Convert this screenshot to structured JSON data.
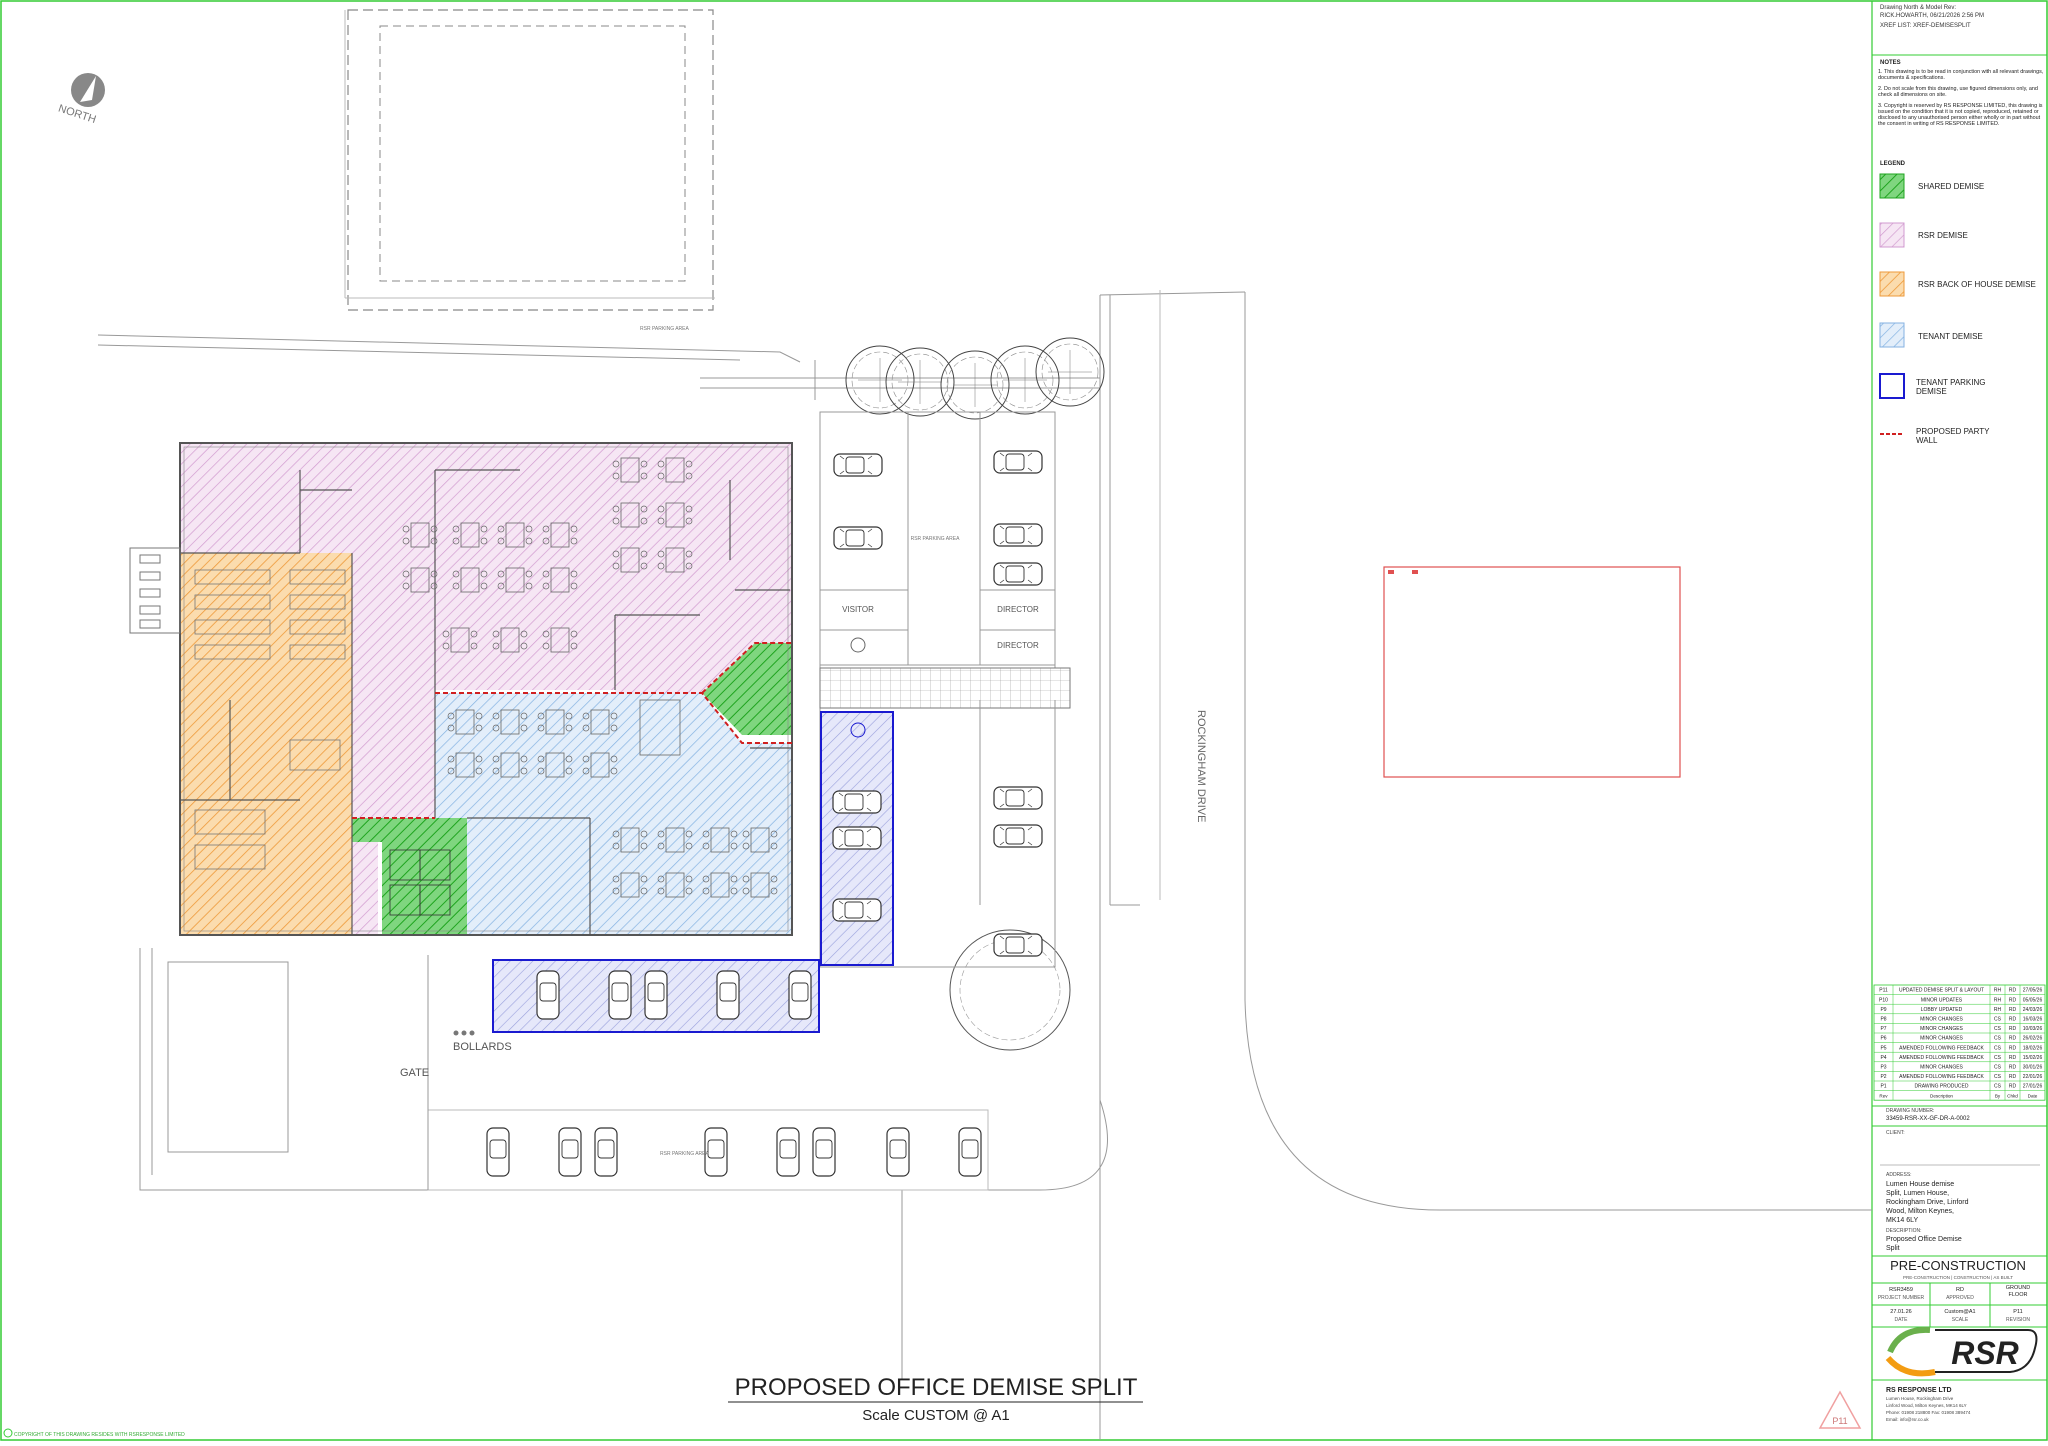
{
  "title": "PROPOSED OFFICE DEMISE SPLIT",
  "scale": "Scale CUSTOM @ A1",
  "north": "NORTH",
  "site_labels": {
    "rockingham": "ROCKINGHAM DRIVE",
    "bollards": "BOLLARDS",
    "gate": "GATE",
    "visitor": "VISITOR",
    "director1": "DIRECTOR",
    "director2": "DIRECTOR",
    "rsr_parking_top": "RSR PARKING AREA",
    "rsr_parking_mid": "RSR PARKING AREA",
    "rsr_parking_bottom": "RSR PARKING AREA"
  },
  "header_notes": {
    "line1": "Drawing North & Model Rev:",
    "line2": "RICK.HOWARTH, 06/21/2026 2:56 PM",
    "line3": "XREF LIST: XREF-DEMISESPLIT"
  },
  "notes": {
    "heading": "NOTES",
    "items": [
      "1.  This drawing is to be read in conjunction with all relevant drawings, documents & specifications.",
      "2.  Do not scale from this drawing, use figured dimensions only, and check all dimensions on site.",
      "3.  Copyright is reserved by RS RESPONSE LIMITED, this drawing is issued on the condition that it is not copied, reproduced, retained or disclosed to any unauthorised person either wholly or in part without the consent in writing of RS RESPONSE LIMITED."
    ]
  },
  "legend": {
    "heading": "LEGEND",
    "items": [
      {
        "label": "SHARED DEMISE",
        "color": "#2fb82f"
      },
      {
        "label": "RSR DEMISE",
        "color": "#d9a0d9"
      },
      {
        "label": "RSR BACK OF HOUSE DEMISE",
        "color": "#f0a040"
      },
      {
        "label": "TENANT DEMISE",
        "color": "#7fb0e0"
      },
      {
        "label": "TENANT PARKING DEMISE",
        "color": "#1a1ad0"
      },
      {
        "label": "PROPOSED PARTY WALL",
        "color": "#d02020"
      }
    ]
  },
  "revisions": {
    "header": {
      "rev": "Rev",
      "desc": "Description",
      "by": "By",
      "chkd": "Chkd",
      "date": "Date"
    },
    "rows": [
      {
        "rev": "P11",
        "desc": "UPDATED DEMISE SPLIT & LAYOUT",
        "by": "RH",
        "chkd": "RD",
        "date": "27/05/26"
      },
      {
        "rev": "P10",
        "desc": "MINOR UPDATES",
        "by": "RH",
        "chkd": "RD",
        "date": "05/05/26"
      },
      {
        "rev": "P9",
        "desc": "LOBBY UPDATED",
        "by": "RH",
        "chkd": "RD",
        "date": "24/03/26"
      },
      {
        "rev": "P8",
        "desc": "MINOR CHANGES",
        "by": "CS",
        "chkd": "RD",
        "date": "16/03/26"
      },
      {
        "rev": "P7",
        "desc": "MINOR CHANGES",
        "by": "CS",
        "chkd": "RD",
        "date": "10/03/26"
      },
      {
        "rev": "P6",
        "desc": "MINOR CHANGES",
        "by": "CS",
        "chkd": "RD",
        "date": "26/02/26"
      },
      {
        "rev": "P5",
        "desc": "AMENDED FOLLOWING FEEDBACK",
        "by": "CS",
        "chkd": "RD",
        "date": "18/02/26"
      },
      {
        "rev": "P4",
        "desc": "AMENDED FOLLOWING FEEDBACK",
        "by": "CS",
        "chkd": "RD",
        "date": "15/02/26"
      },
      {
        "rev": "P3",
        "desc": "MINOR CHANGES",
        "by": "CS",
        "chkd": "RD",
        "date": "30/01/26"
      },
      {
        "rev": "P2",
        "desc": "AMENDED FOLLOWING FEEDBACK",
        "by": "CS",
        "chkd": "RD",
        "date": "22/01/26"
      },
      {
        "rev": "P1",
        "desc": "DRAWING PRODUCED",
        "by": "CS",
        "chkd": "RD",
        "date": "27/01/26"
      }
    ]
  },
  "title_block": {
    "drawing_number_label": "DRAWING NUMBER:",
    "drawing_number": "33459-RSR-XX-GF-DR-A-0002",
    "client_label": "CLIENT:",
    "client": "",
    "address_label": "ADDRESS:",
    "address_lines": [
      "Lumen House demise",
      "Split, Lumen House,",
      "Rockingham Drive, Linford",
      "Wood, Milton Keynes,",
      "MK14 6LY"
    ],
    "description_label": "DESCRIPTION:",
    "description_lines": [
      "Proposed Office Demise",
      "Split"
    ],
    "status": "PRE-CONSTRUCTION",
    "status_sub": "PRE-CONSTRUCTION | CONSTRUCTION | AS BUILT",
    "project_number": "RSR3459",
    "project_number_label": "PROJECT NUMBER",
    "approved": "RD",
    "approved_label": "APPROVED",
    "floor": "GROUND FLOOR",
    "date": "27.01.26",
    "date_label": "DATE",
    "scale_value": "Custom@A1",
    "scale_label": "SCALE",
    "revision": "P11",
    "revision_label": "REVISION",
    "logo_text": "RSR",
    "company": "RS RESPONSE LTD",
    "company_lines": [
      "Lumen House, Rockingham Drive",
      "Linford Wood, Milton Keynes, MK14 6LY",
      "Phone: 01908 218800   Fax: 01908 389474",
      "Email: info@rsr.co.uk"
    ]
  },
  "revision_badge": "P11",
  "copyright_footer": "COPYRIGHT OF THIS DRAWING RESIDES WITH RSRESPONSE LIMITED"
}
